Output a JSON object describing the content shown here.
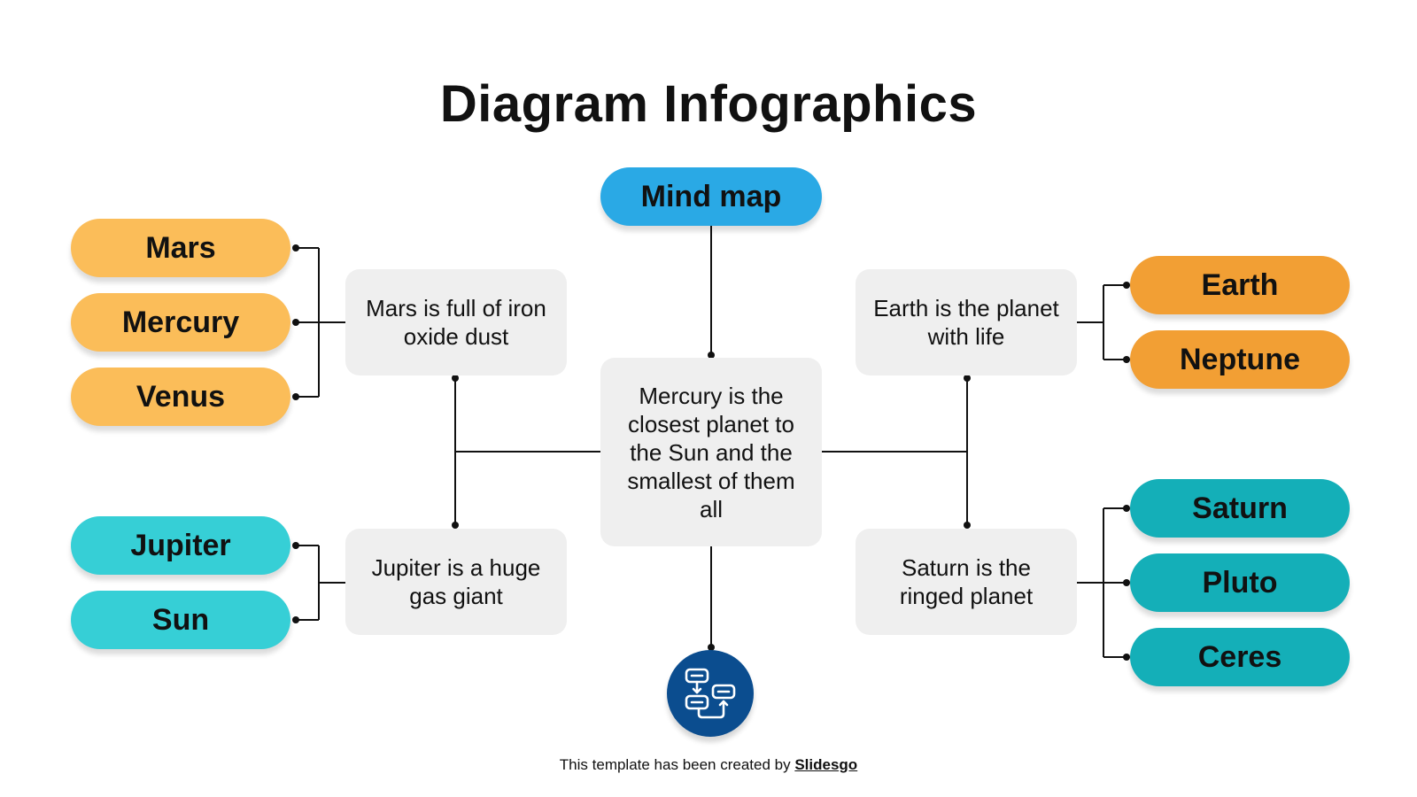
{
  "title": "Diagram Infographics",
  "center_node": {
    "label": "Mind map",
    "text": "Mercury is the closest planet to the Sun and the smallest of them all",
    "icon": "flowchart-icon"
  },
  "branches": {
    "mars": {
      "text": "Mars is full of iron oxide dust",
      "items": [
        "Mars",
        "Mercury",
        "Venus"
      ]
    },
    "jupiter": {
      "text": "Jupiter is a huge gas giant",
      "items": [
        "Jupiter",
        "Sun"
      ]
    },
    "earth": {
      "text": "Earth is the planet with life",
      "items": [
        "Earth",
        "Neptune"
      ]
    },
    "saturn": {
      "text": "Saturn is the ringed planet",
      "items": [
        "Saturn",
        "Pluto",
        "Ceres"
      ]
    }
  },
  "colors": {
    "mind_map": "#2aa9e5",
    "yellow": "#fbbd59",
    "orange": "#f29f34",
    "cyan": "#36cfd6",
    "teal": "#14afb8",
    "icon_circle": "#0b4d8f",
    "box": "#efefef"
  },
  "footer": {
    "text": "This template has been created by ",
    "brand": "Slidesgo"
  }
}
